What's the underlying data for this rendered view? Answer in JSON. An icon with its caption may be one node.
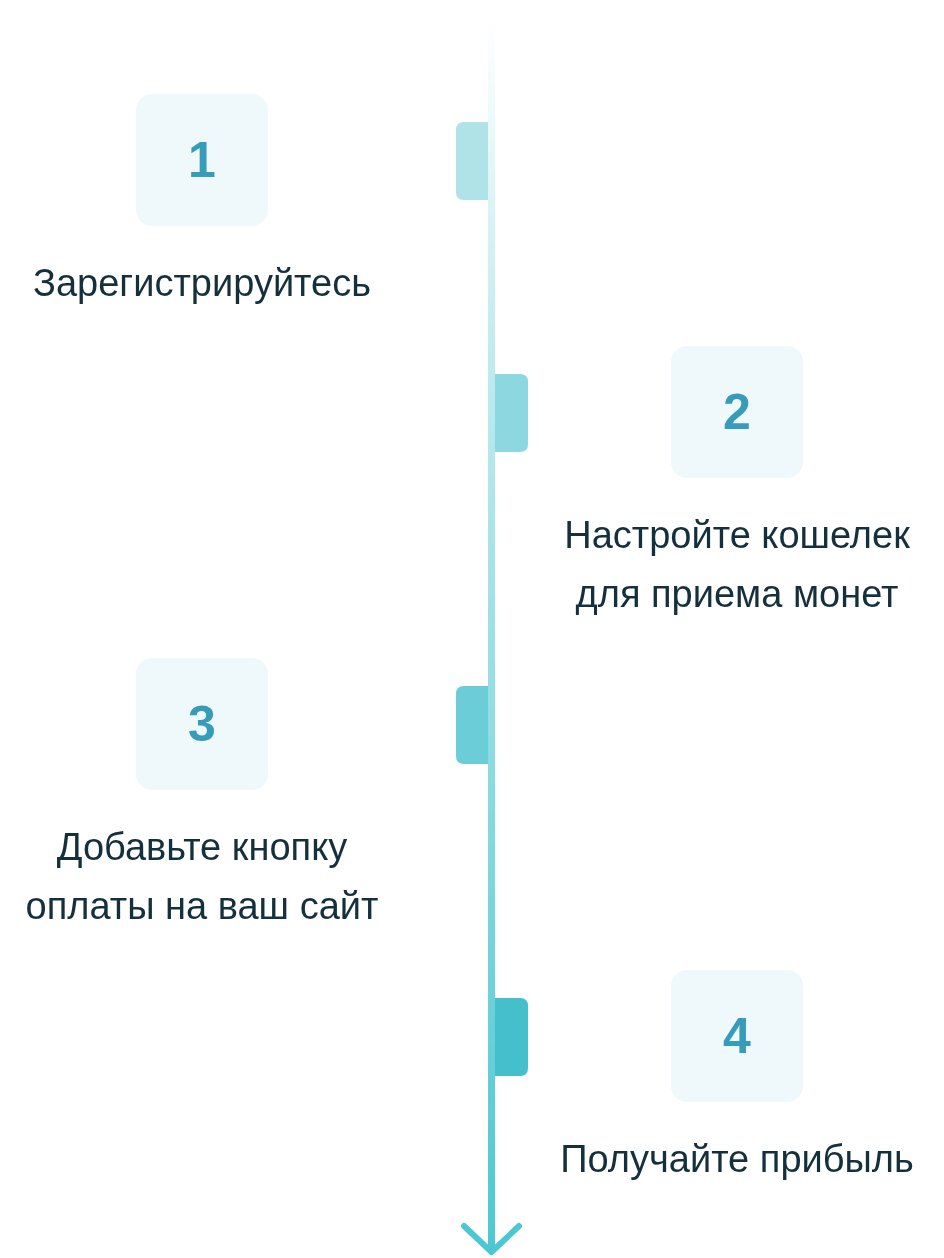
{
  "diagram": {
    "nodes": [
      {
        "text": [
          "1",
          "Зарегистрируйтесь"
        ]
      },
      {
        "text": [
          "2",
          "Настройте кошелек для приема монет"
        ]
      },
      {
        "text": [
          "3",
          "Добавьте кнопку оплаты на ваш сайт"
        ]
      },
      {
        "text": [
          "4",
          "Получайте прибыль"
        ]
      }
    ]
  }
}
